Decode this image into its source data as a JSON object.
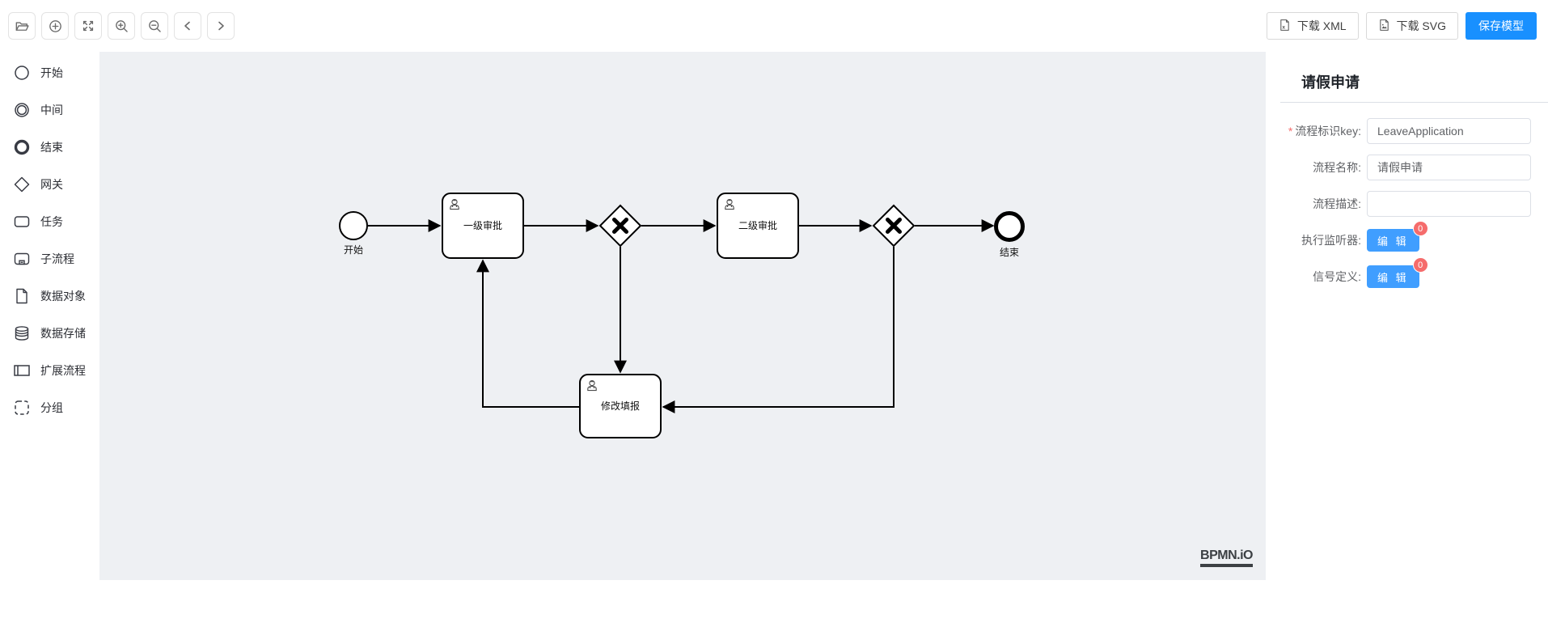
{
  "toolbar": {
    "buttons": [
      {
        "name": "open-file",
        "icon": "folder-open-icon"
      },
      {
        "name": "new-diagram",
        "icon": "circle-plus-icon"
      },
      {
        "name": "fit-viewport",
        "icon": "expand-icon"
      },
      {
        "name": "zoom-in",
        "icon": "zoom-in-icon"
      },
      {
        "name": "zoom-out",
        "icon": "zoom-out-icon"
      },
      {
        "name": "step-back",
        "icon": "chevron-left-icon"
      },
      {
        "name": "step-forward",
        "icon": "chevron-right-icon"
      }
    ],
    "download_xml": "下载 XML",
    "download_svg": "下载 SVG",
    "save_model": "保存模型"
  },
  "palette": {
    "items": [
      {
        "label": "开始",
        "icon": "start-event-icon"
      },
      {
        "label": "中间",
        "icon": "intermediate-event-icon"
      },
      {
        "label": "结束",
        "icon": "end-event-icon"
      },
      {
        "label": "网关",
        "icon": "gateway-icon"
      },
      {
        "label": "任务",
        "icon": "task-icon"
      },
      {
        "label": "子流程",
        "icon": "subprocess-icon"
      },
      {
        "label": "数据对象",
        "icon": "data-object-icon"
      },
      {
        "label": "数据存储",
        "icon": "data-store-icon"
      },
      {
        "label": "扩展流程",
        "icon": "participant-icon"
      },
      {
        "label": "分组",
        "icon": "group-icon"
      }
    ]
  },
  "canvas": {
    "watermark": "BPMN.iO",
    "diagram": {
      "nodes": [
        {
          "id": "startEvent",
          "type": "start-event",
          "label": "开始"
        },
        {
          "id": "task1",
          "type": "user-task",
          "label": "一级审批"
        },
        {
          "id": "gateway1",
          "type": "exclusive-gateway",
          "label": ""
        },
        {
          "id": "task2",
          "type": "user-task",
          "label": "二级审批"
        },
        {
          "id": "gateway2",
          "type": "exclusive-gateway",
          "label": ""
        },
        {
          "id": "endEvent",
          "type": "end-event",
          "label": "结束"
        },
        {
          "id": "task3",
          "type": "user-task",
          "label": "修改填报"
        }
      ],
      "flows": [
        {
          "from": "startEvent",
          "to": "task1"
        },
        {
          "from": "task1",
          "to": "gateway1"
        },
        {
          "from": "gateway1",
          "to": "task2"
        },
        {
          "from": "task2",
          "to": "gateway2"
        },
        {
          "from": "gateway2",
          "to": "endEvent"
        },
        {
          "from": "gateway1",
          "to": "task3"
        },
        {
          "from": "gateway2",
          "to": "task3"
        },
        {
          "from": "task3",
          "to": "task1"
        }
      ]
    }
  },
  "panel": {
    "title": "请假申请",
    "required_mark": "*",
    "fields": [
      {
        "label": "流程标识key:",
        "required": true,
        "type": "input",
        "value": "LeaveApplication"
      },
      {
        "label": "流程名称:",
        "required": false,
        "type": "input",
        "value": "请假申请"
      },
      {
        "label": "流程描述:",
        "required": false,
        "type": "input",
        "value": ""
      },
      {
        "label": "执行监听器:",
        "type": "badge-button",
        "button_label": "编 辑",
        "badge": "0"
      },
      {
        "label": "信号定义:",
        "type": "badge-button",
        "button_label": "编 辑",
        "badge": "0"
      }
    ]
  },
  "colors": {
    "primary_blue": "#1890ff",
    "panel_button_blue": "#409eff",
    "badge_red": "#f56c6c",
    "canvas_bg": "#eef0f3",
    "shape_stroke": "#000000"
  }
}
